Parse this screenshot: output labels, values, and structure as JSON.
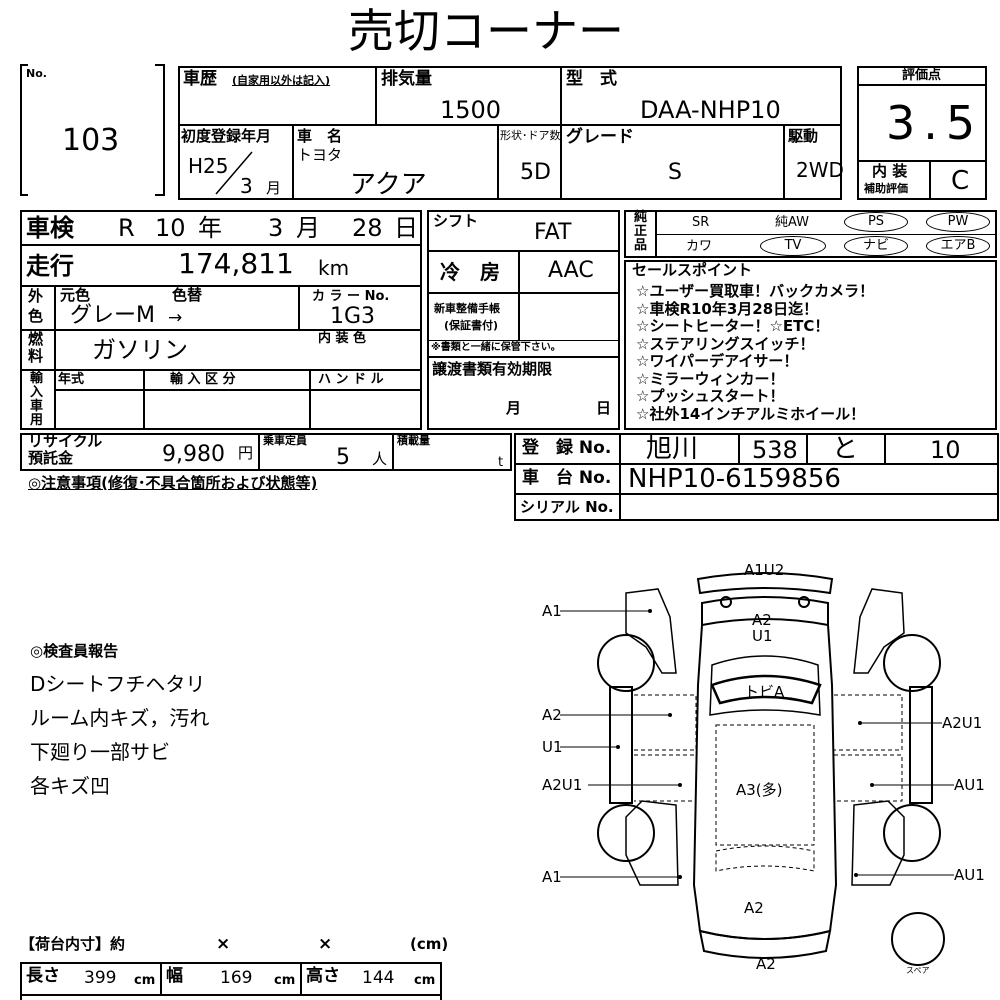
{
  "title": "売切コーナー",
  "lot": {
    "label": "No.",
    "value": "103"
  },
  "history": {
    "label": "車歴",
    "note": "(自家用以外は記入)"
  },
  "displacement": {
    "label": "排気量",
    "value": "1500"
  },
  "model_type": {
    "label": "型　式",
    "value": "DAA-NHP10"
  },
  "score": {
    "label": "評価点",
    "value": "3.5"
  },
  "interior": {
    "label1": "内 装",
    "label2": "補助評価",
    "value": "C"
  },
  "first_reg": {
    "label": "初度登録年月",
    "era": "H25",
    "month": "3",
    "month_unit": "月"
  },
  "car_name": {
    "label": "車　名",
    "maker": "トヨタ",
    "value": "アクア"
  },
  "doors": {
    "label": "形状･ドア数",
    "value": "5D"
  },
  "grade": {
    "label": "グレード",
    "value": "S"
  },
  "drive": {
    "label": "駆動",
    "value": "2WD"
  },
  "inspection": {
    "label": "車検",
    "era": "R",
    "year": "10",
    "year_unit": "年",
    "month": "3",
    "month_unit": "月",
    "day": "28",
    "day_unit": "日"
  },
  "shift": {
    "label": "シフト",
    "value": "FAT"
  },
  "mileage": {
    "label": "走行",
    "value": "174,811",
    "unit": "km"
  },
  "ac": {
    "label": "冷　房",
    "value": "AAC"
  },
  "color": {
    "label_ext1": "外",
    "label_ext2": "色",
    "orig_label": "元色",
    "change_label": "色替",
    "orig_value": "グレーM",
    "arrow": "→",
    "code_label": "カ ラ ー No.",
    "code_value": "1G3"
  },
  "fuel": {
    "label1": "燃",
    "label2": "料",
    "value": "ガソリン",
    "interior_color_label": "内 装 色"
  },
  "maintenance": {
    "label1": "新車整備手帳",
    "label2": "(保証書付)",
    "note": "※書類と一緒に保管下さい。"
  },
  "import": {
    "label1": "輸",
    "label2": "入",
    "label3": "車",
    "label4": "用",
    "year_label": "年式",
    "class_label": "輸 入 区 分",
    "handle_label": "ハ ン ド ル"
  },
  "transfer_docs": {
    "label": "譲渡書類有効期限",
    "month_unit": "月",
    "day_unit": "日"
  },
  "equipment": {
    "label1": "純",
    "label2": "正",
    "label3": "品",
    "items": [
      "SR",
      "純AW",
      "PS",
      "PW",
      "カワ",
      "TV",
      "ナビ",
      "エアB"
    ]
  },
  "sales_points": {
    "label": "セールスポイント",
    "items": [
      "☆ユーザー買取車！バックカメラ！",
      "☆車検R10年3月28日迄！",
      "☆シートヒーター！☆ETC！",
      "☆ステアリングスイッチ！",
      "☆ワイパーデアイサー！",
      "☆ミラーウィンカー！",
      "☆プッシュスタート！",
      "☆社外14インチアルミホイール！"
    ]
  },
  "recycle": {
    "label1": "リサイクル",
    "label2": "預託金",
    "value": "9,980",
    "unit": "円"
  },
  "capacity": {
    "label": "乗車定員",
    "value": "5",
    "unit": "人"
  },
  "load": {
    "label": "積載量",
    "unit": "t"
  },
  "registration": {
    "label": "登　録 No.",
    "place": "旭川",
    "class": "538",
    "kana": "と",
    "number": "10"
  },
  "chassis": {
    "label": "車　台 No.",
    "value": "NHP10-6159856"
  },
  "serial": {
    "label": "シリアル No."
  },
  "caution": {
    "label": "◎注意事項(修復･不具合箇所および状態等)"
  },
  "inspector": {
    "label": "◎検査員報告",
    "lines": [
      "Dシートフチヘタリ",
      "ルーム内キズ，汚れ",
      "下廻り一部サビ",
      "各キズ凹"
    ]
  },
  "cargo": {
    "label": "【荷台内寸】約",
    "x1": "×",
    "x2": "×",
    "unit": "(cm)",
    "length_label": "長さ",
    "length": "399",
    "width_label": "幅",
    "width": "169",
    "height_label": "高さ",
    "height": "144",
    "cm": "cm"
  },
  "diagram": {
    "top": "A1U2",
    "a2": "A2",
    "u1": "U1",
    "hood": "トビA",
    "roof": "A3(多)",
    "rear": "A2",
    "bottom": "A2",
    "spare": "スペア",
    "left": [
      "A1",
      "A2",
      "U1",
      "A2U1",
      "A1"
    ],
    "right": [
      "A2U1",
      "AU1",
      "AU1"
    ]
  }
}
